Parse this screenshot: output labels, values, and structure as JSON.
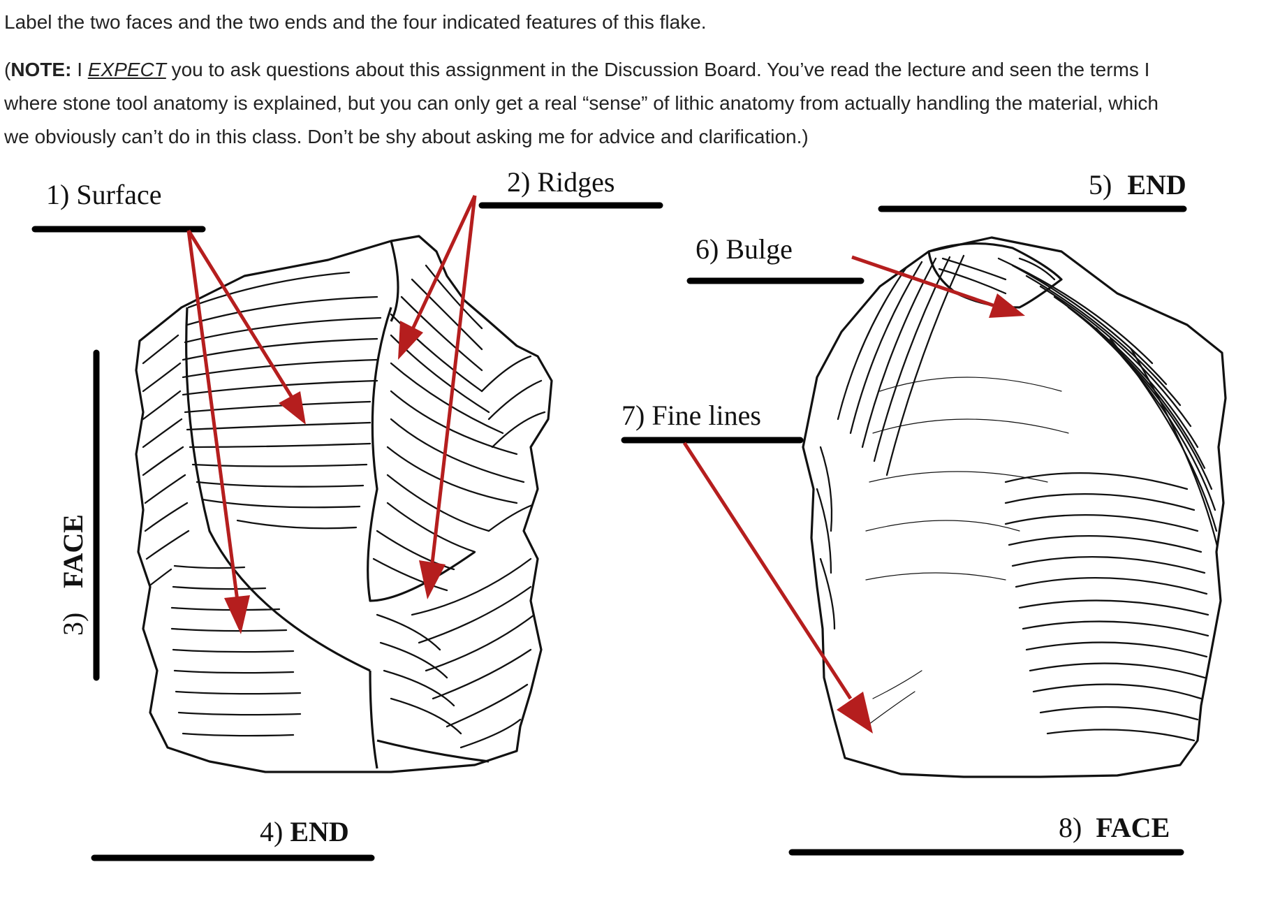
{
  "instructions": "Label the two faces and the two ends and the four indicated features of this flake.",
  "note": {
    "open_paren": "(",
    "bold": "NOTE:",
    "pre": " I ",
    "emph": "EXPECT",
    "line1_rest": " you to ask questions about this assignment in the Discussion Board.  You’ve read the lecture and seen the terms I",
    "line2": "where stone tool anatomy is explained, but you can only get a real “sense” of lithic anatomy from actually handling the material, which",
    "line3": "we obviously can’t do in this class.  Don’t be shy about asking me for advice and clarification.)"
  },
  "labels": {
    "surface": "1) Surface",
    "ridges": "2) Ridges",
    "face_left_num": "3)",
    "face_left_word": "FACE",
    "end_bottom_num": "4)",
    "end_bottom_word": "END",
    "end_top_num": "5)",
    "end_top_word": "END",
    "bulge": "6) Bulge",
    "fine_lines": "7) Fine lines",
    "face_right_num": "8)",
    "face_right_word": "FACE"
  },
  "colors": {
    "arrow": "#b51e1e",
    "text": "#222222",
    "ink": "#111111"
  }
}
